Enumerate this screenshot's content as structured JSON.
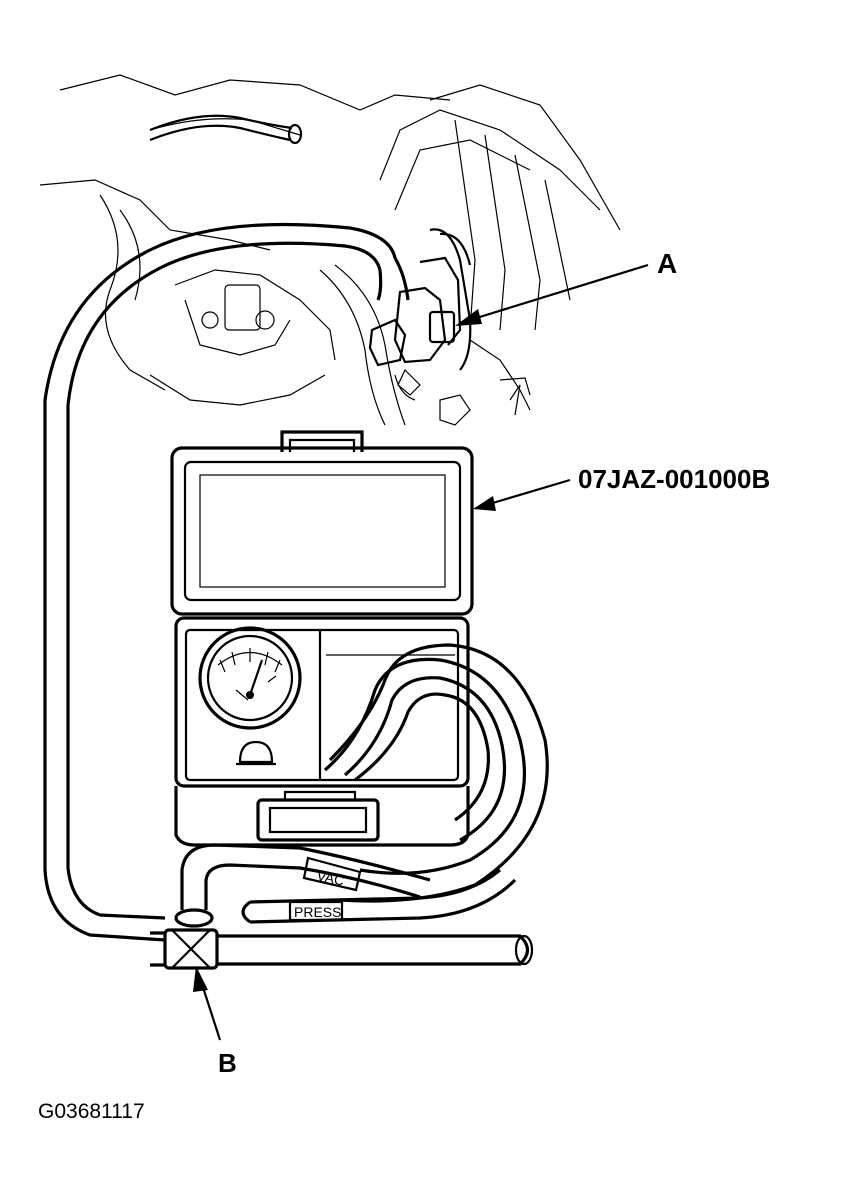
{
  "labels": {
    "part_a": "A",
    "part_b": "B",
    "tool_number": "07JAZ-001000B",
    "figure_id": "G03681117"
  },
  "hose_tags": {
    "vac": "VAC",
    "press": "PRESS"
  },
  "colors": {
    "ink": "#000000",
    "paper": "#ffffff"
  }
}
